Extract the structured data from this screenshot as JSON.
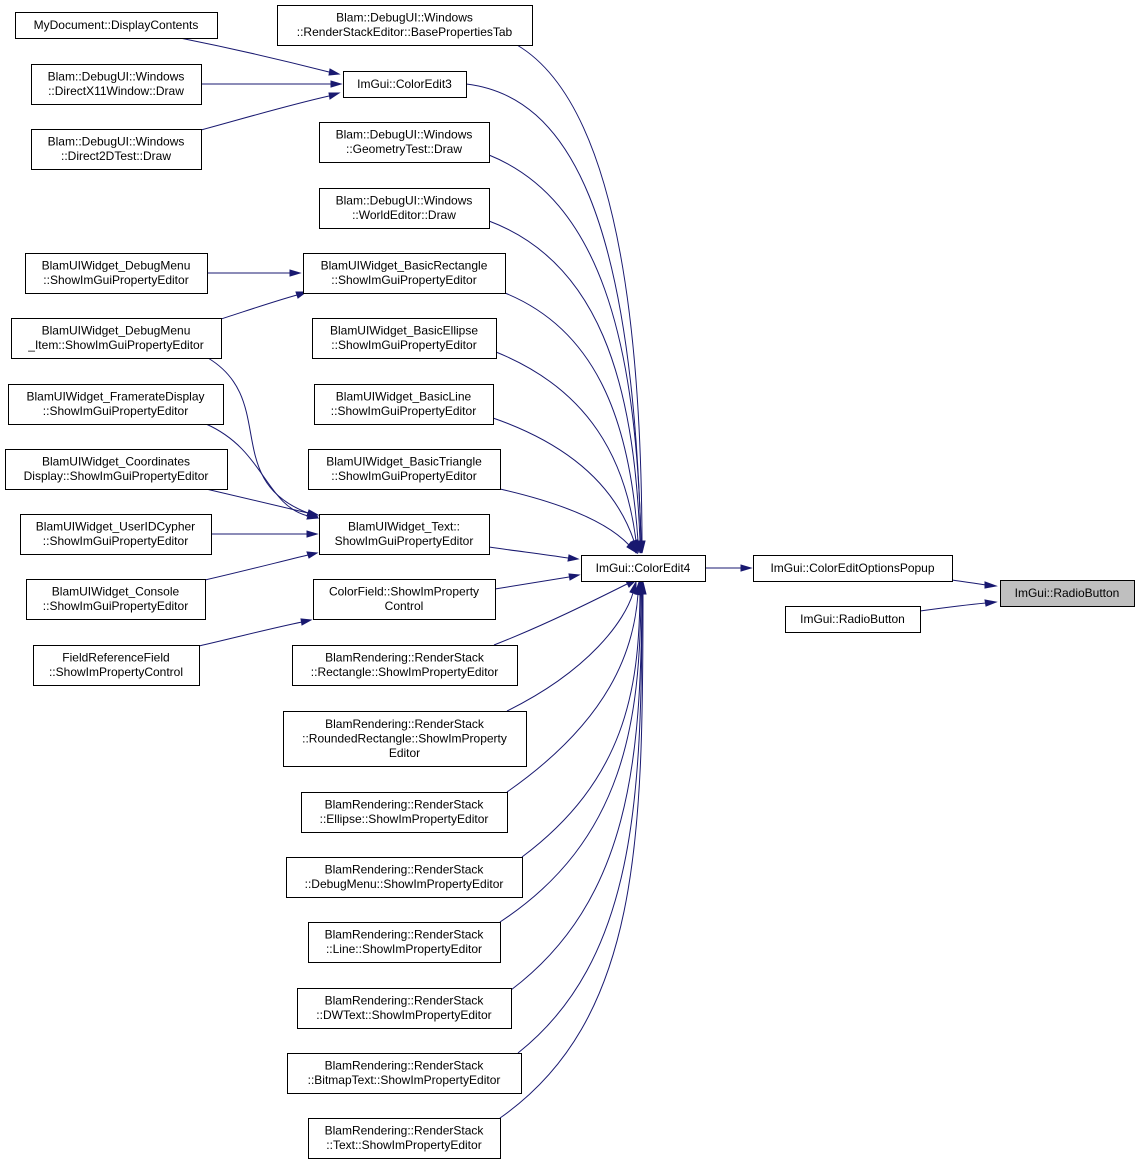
{
  "colors": {
    "edge": "#191970",
    "node_border": "#000000",
    "node_fill": "#ffffff",
    "focus_fill": "#bfbfbf"
  },
  "nodes": {
    "radiobutton_main": [
      "ImGui::RadioButton"
    ],
    "coloreditoptionspopup": [
      "ImGui::ColorEditOptionsPopup"
    ],
    "radiobutton_overload": [
      "ImGui::RadioButton"
    ],
    "coloredit4": [
      "ImGui::ColorEdit4"
    ],
    "coloredit3": [
      "ImGui::ColorEdit3"
    ],
    "mydocument_displaycontents": [
      "MyDocument::DisplayContents"
    ],
    "directx11window_draw": [
      "Blam::DebugUI::Windows",
      "::DirectX11Window::Draw"
    ],
    "direct2dtest_draw": [
      "Blam::DebugUI::Windows",
      "::Direct2DTest::Draw"
    ],
    "renderstackeditor_basepropertiestab": [
      "Blam::DebugUI::Windows",
      "::RenderStackEditor::BasePropertiesTab"
    ],
    "geometrytest_draw": [
      "Blam::DebugUI::Windows",
      "::GeometryTest::Draw"
    ],
    "worldeditor_draw": [
      "Blam::DebugUI::Windows",
      "::WorldEditor::Draw"
    ],
    "basicrectangle_editor": [
      "BlamUIWidget_BasicRectangle",
      "::ShowImGuiPropertyEditor"
    ],
    "debugmenu_editor": [
      "BlamUIWidget_DebugMenu",
      "::ShowImGuiPropertyEditor"
    ],
    "debugmenu_item_editor": [
      "BlamUIWidget_DebugMenu",
      "_Item::ShowImGuiPropertyEditor"
    ],
    "basicellipse_editor": [
      "BlamUIWidget_BasicEllipse",
      "::ShowImGuiPropertyEditor"
    ],
    "basicline_editor": [
      "BlamUIWidget_BasicLine",
      "::ShowImGuiPropertyEditor"
    ],
    "basictriangle_editor": [
      "BlamUIWidget_BasicTriangle",
      "::ShowImGuiPropertyEditor"
    ],
    "framerate_editor": [
      "BlamUIWidget_FramerateDisplay",
      "::ShowImGuiPropertyEditor"
    ],
    "coordinates_editor": [
      "BlamUIWidget_Coordinates",
      "Display::ShowImGuiPropertyEditor"
    ],
    "useridcypher_editor": [
      "BlamUIWidget_UserIDCypher",
      "::ShowImGuiPropertyEditor"
    ],
    "text_widget_editor": [
      "BlamUIWidget_Text::",
      "ShowImGuiPropertyEditor"
    ],
    "console_editor": [
      "BlamUIWidget_Console",
      "::ShowImGuiPropertyEditor"
    ],
    "colorfield_control": [
      "ColorField::ShowImProperty",
      "Control"
    ],
    "fieldreferencefield_control": [
      "FieldReferenceField",
      "::ShowImPropertyControl"
    ],
    "rs_rectangle": [
      "BlamRendering::RenderStack",
      "::Rectangle::ShowImPropertyEditor"
    ],
    "rs_roundedrectangle": [
      "BlamRendering::RenderStack",
      "::RoundedRectangle::ShowImProperty",
      "Editor"
    ],
    "rs_ellipse": [
      "BlamRendering::RenderStack",
      "::Ellipse::ShowImPropertyEditor"
    ],
    "rs_debugmenu": [
      "BlamRendering::RenderStack",
      "::DebugMenu::ShowImPropertyEditor"
    ],
    "rs_line": [
      "BlamRendering::RenderStack",
      "::Line::ShowImPropertyEditor"
    ],
    "rs_dwtext": [
      "BlamRendering::RenderStack",
      "::DWText::ShowImPropertyEditor"
    ],
    "rs_bitmaptext": [
      "BlamRendering::RenderStack",
      "::BitmapText::ShowImPropertyEditor"
    ],
    "rs_text": [
      "BlamRendering::RenderStack",
      "::Text::ShowImPropertyEditor"
    ]
  }
}
